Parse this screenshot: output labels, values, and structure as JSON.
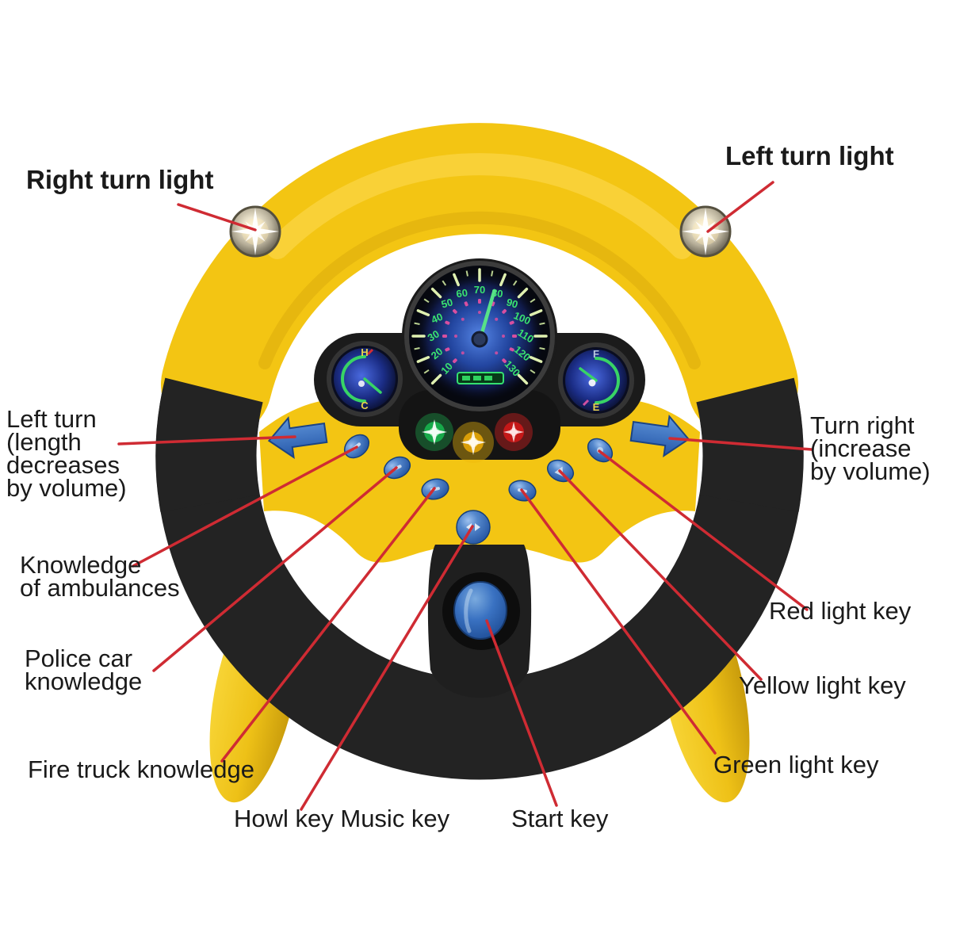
{
  "colors": {
    "background": "#ffffff",
    "wheel_yellow": "#f3c513",
    "wheel_black": "#222222",
    "button_blue": "#2f64b8",
    "callout_line_red": "#cf2b33",
    "label_text": "#1a1a1a",
    "dial_number_green": "#3ae271",
    "dial_tick": "#dff0b0",
    "dial_marker_pink": "#d84fa0",
    "needle_green": "#57e287",
    "indicator_green": "#1db954",
    "indicator_yellow": "#e8b010",
    "indicator_red": "#d42020"
  },
  "callouts": {
    "right_turn_light": {
      "lines": [
        "Right turn light"
      ]
    },
    "left_turn_light": {
      "lines": [
        "Left turn light"
      ]
    },
    "left_turn": {
      "lines": [
        "Left turn",
        "(length",
        "decreases",
        "by volume)"
      ]
    },
    "turn_right": {
      "lines": [
        "Turn right",
        "(increase",
        "by volume)"
      ]
    },
    "ambulance": {
      "lines": [
        "Knowledge",
        "of ambulances"
      ]
    },
    "police": {
      "lines": [
        "Police car",
        "knowledge"
      ]
    },
    "fire_truck": {
      "lines": [
        "Fire truck knowledge"
      ]
    },
    "howl_music": {
      "lines": [
        "Howl key Music key"
      ]
    },
    "start": {
      "lines": [
        "Start key"
      ]
    },
    "red_light": {
      "lines": [
        "Red light key"
      ]
    },
    "yellow_light": {
      "lines": [
        "Yellow light key"
      ]
    },
    "green_light": {
      "lines": [
        "Green light key"
      ]
    }
  },
  "speedometer": {
    "numbers": [
      10,
      20,
      30,
      40,
      50,
      60,
      70,
      80,
      90,
      100,
      110,
      120,
      130
    ],
    "needle_value": 78
  },
  "gauges": {
    "left": {
      "top": "H",
      "bottom": "C"
    },
    "right": {
      "top": "F",
      "bottom": "E"
    }
  }
}
